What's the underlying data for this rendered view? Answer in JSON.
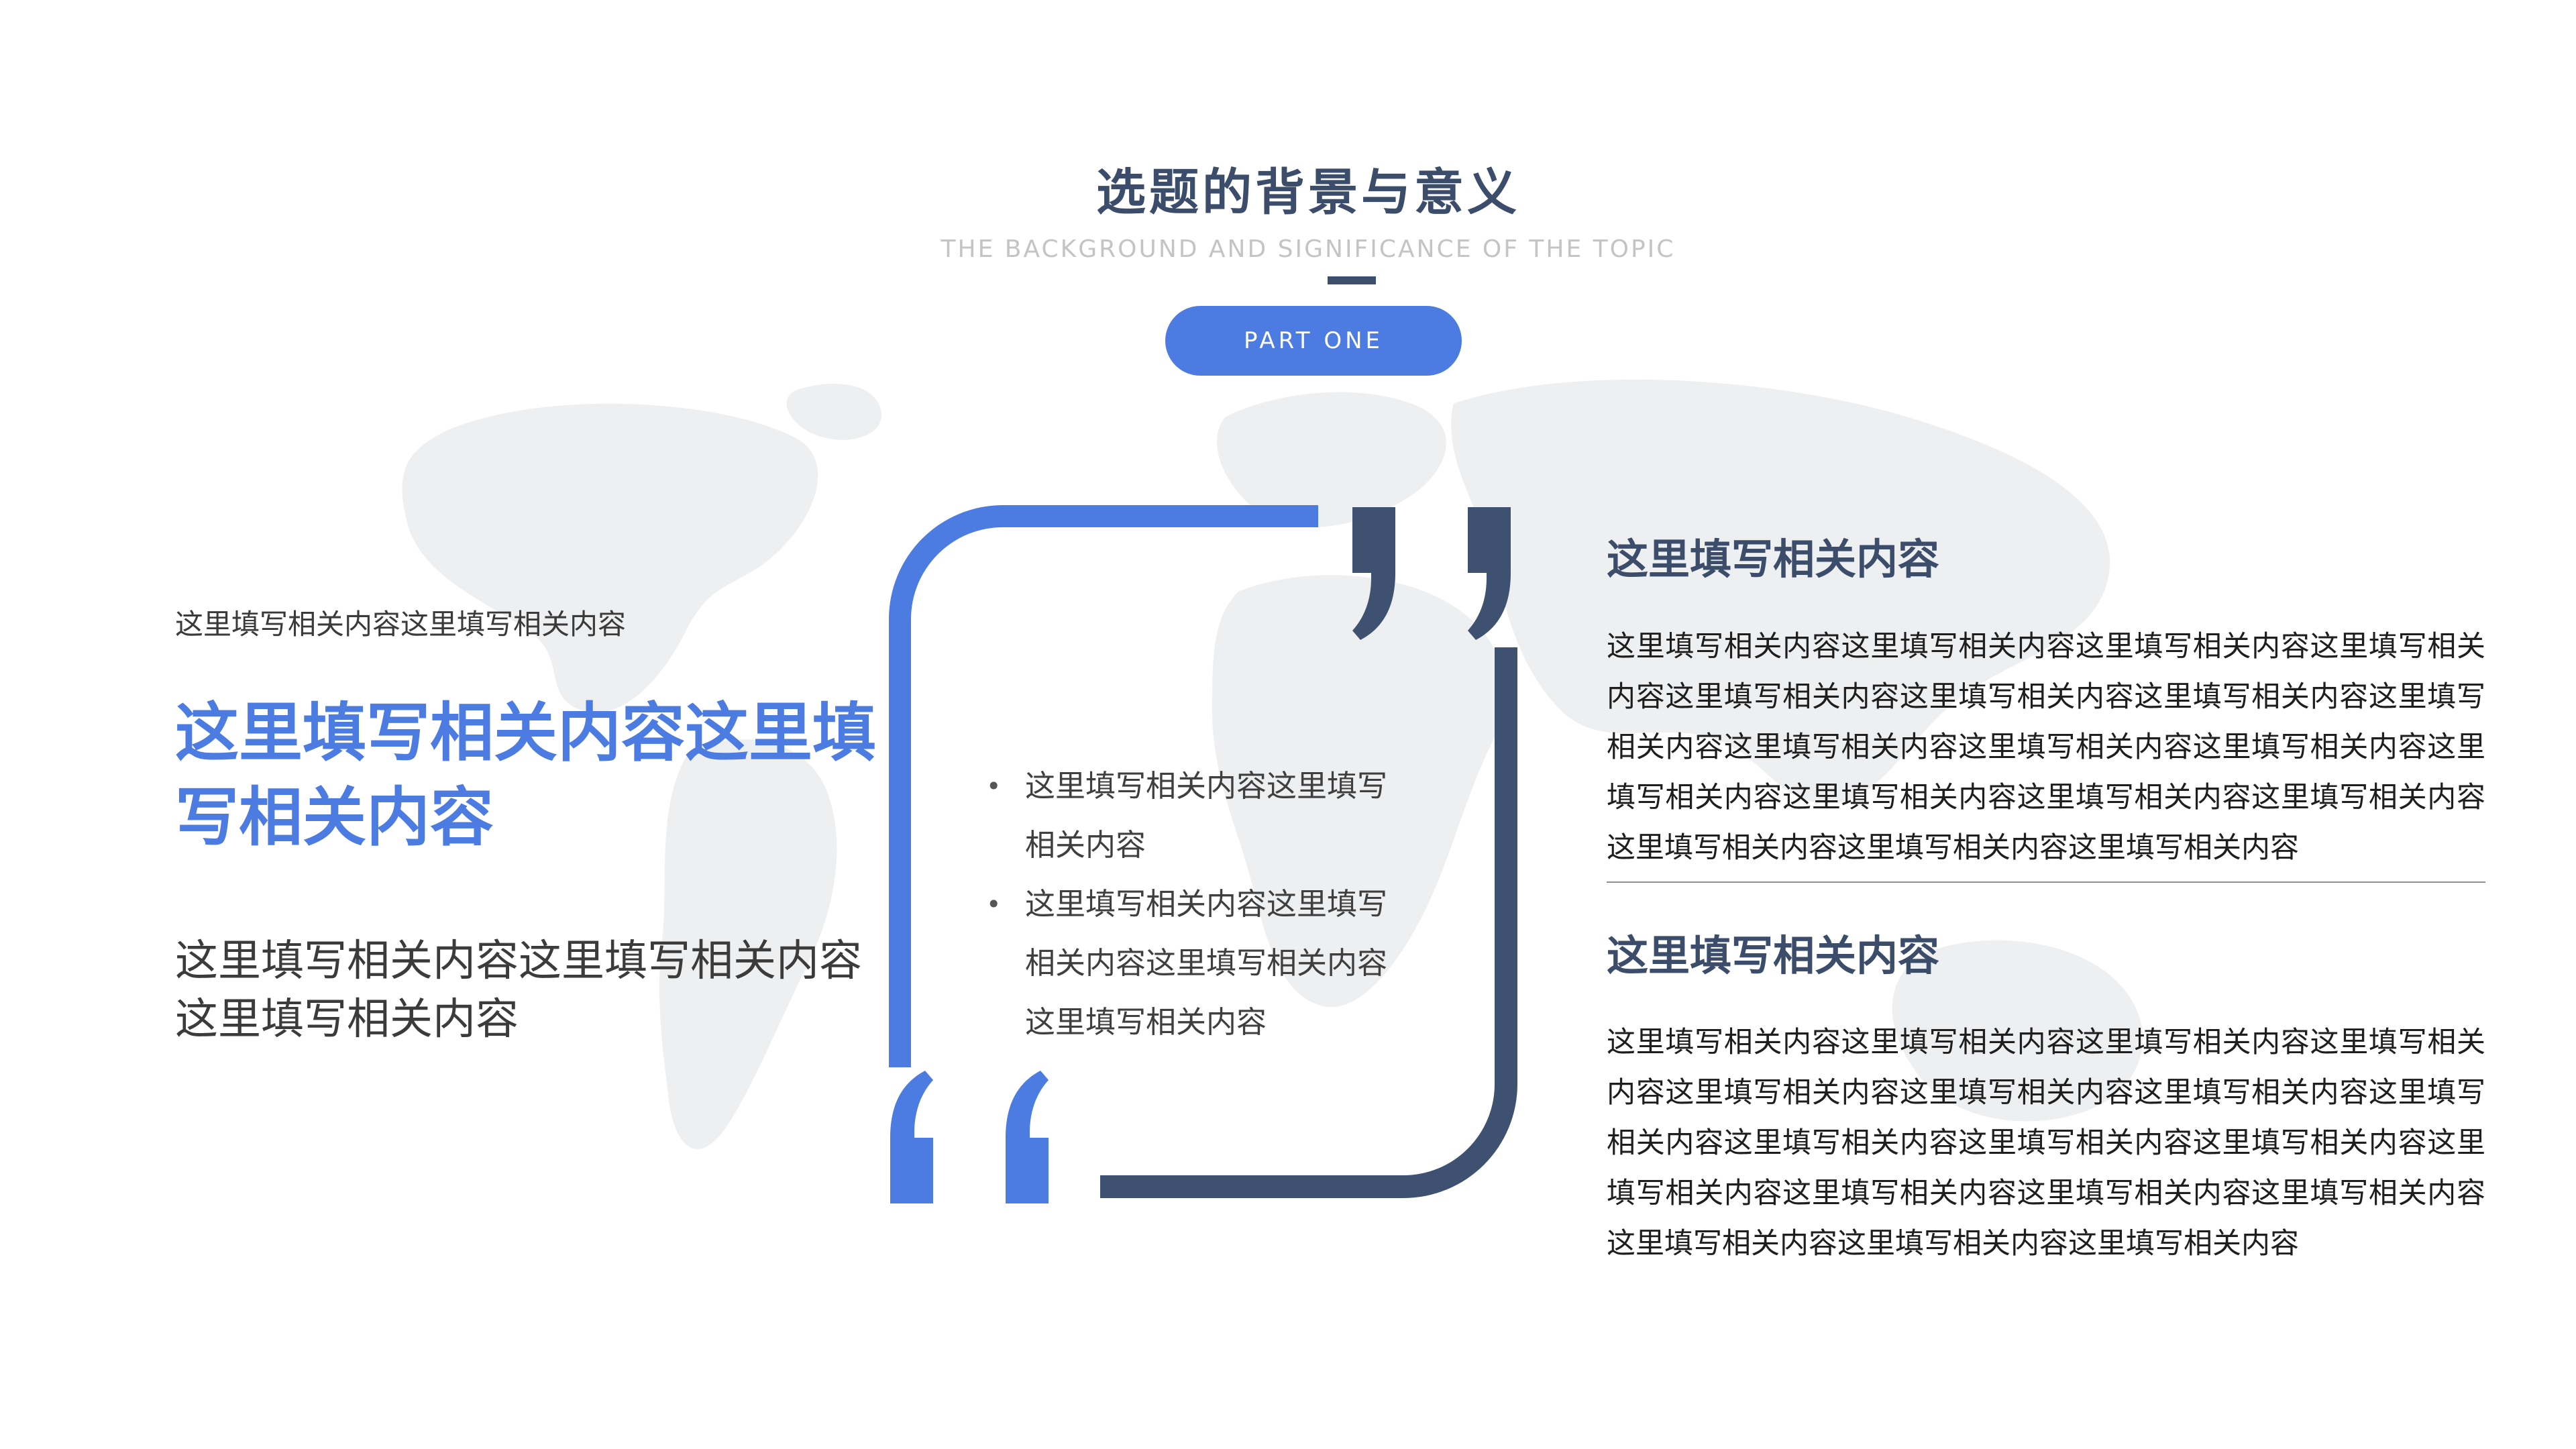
{
  "header": {
    "title": "选题的背景与意义",
    "subtitle": "THE BACKGROUND AND SIGNIFICANCE OF THE TOPIC",
    "part_label": "PART ONE"
  },
  "left": {
    "kicker": "这里填写相关内容这里填写相关内容",
    "headline": "这里填写相关内容这里填写相关内容",
    "body": "这里填写相关内容这里填写相关内容这里填写相关内容"
  },
  "quote_box": {
    "bullets": [
      "这里填写相关内容这里填写相关内容",
      "这里填写相关内容这里填写相关内容这里填写相关内容这里填写相关内容"
    ]
  },
  "right": {
    "sections": [
      {
        "heading": "这里填写相关内容",
        "body": "这里填写相关内容这里填写相关内容这里填写相关内容这里填写相关内容这里填写相关内容这里填写相关内容这里填写相关内容这里填写相关内容这里填写相关内容这里填写相关内容这里填写相关内容这里填写相关内容这里填写相关内容这里填写相关内容这里填写相关内容这里填写相关内容这里填写相关内容这里填写相关内容"
      },
      {
        "heading": "这里填写相关内容",
        "body": "这里填写相关内容这里填写相关内容这里填写相关内容这里填写相关内容这里填写相关内容这里填写相关内容这里填写相关内容这里填写相关内容这里填写相关内容这里填写相关内容这里填写相关内容这里填写相关内容这里填写相关内容这里填写相关内容这里填写相关内容这里填写相关内容这里填写相关内容这里填写相关内容"
      }
    ]
  },
  "colors": {
    "accent_blue": "#4C7BE2",
    "navy": "#3E5170",
    "heading_navy": "#3C4D6B",
    "subtitle_gray": "#C4C4C4",
    "body_dark": "#1E1E1E",
    "map_gray": "#EDEFF1"
  }
}
